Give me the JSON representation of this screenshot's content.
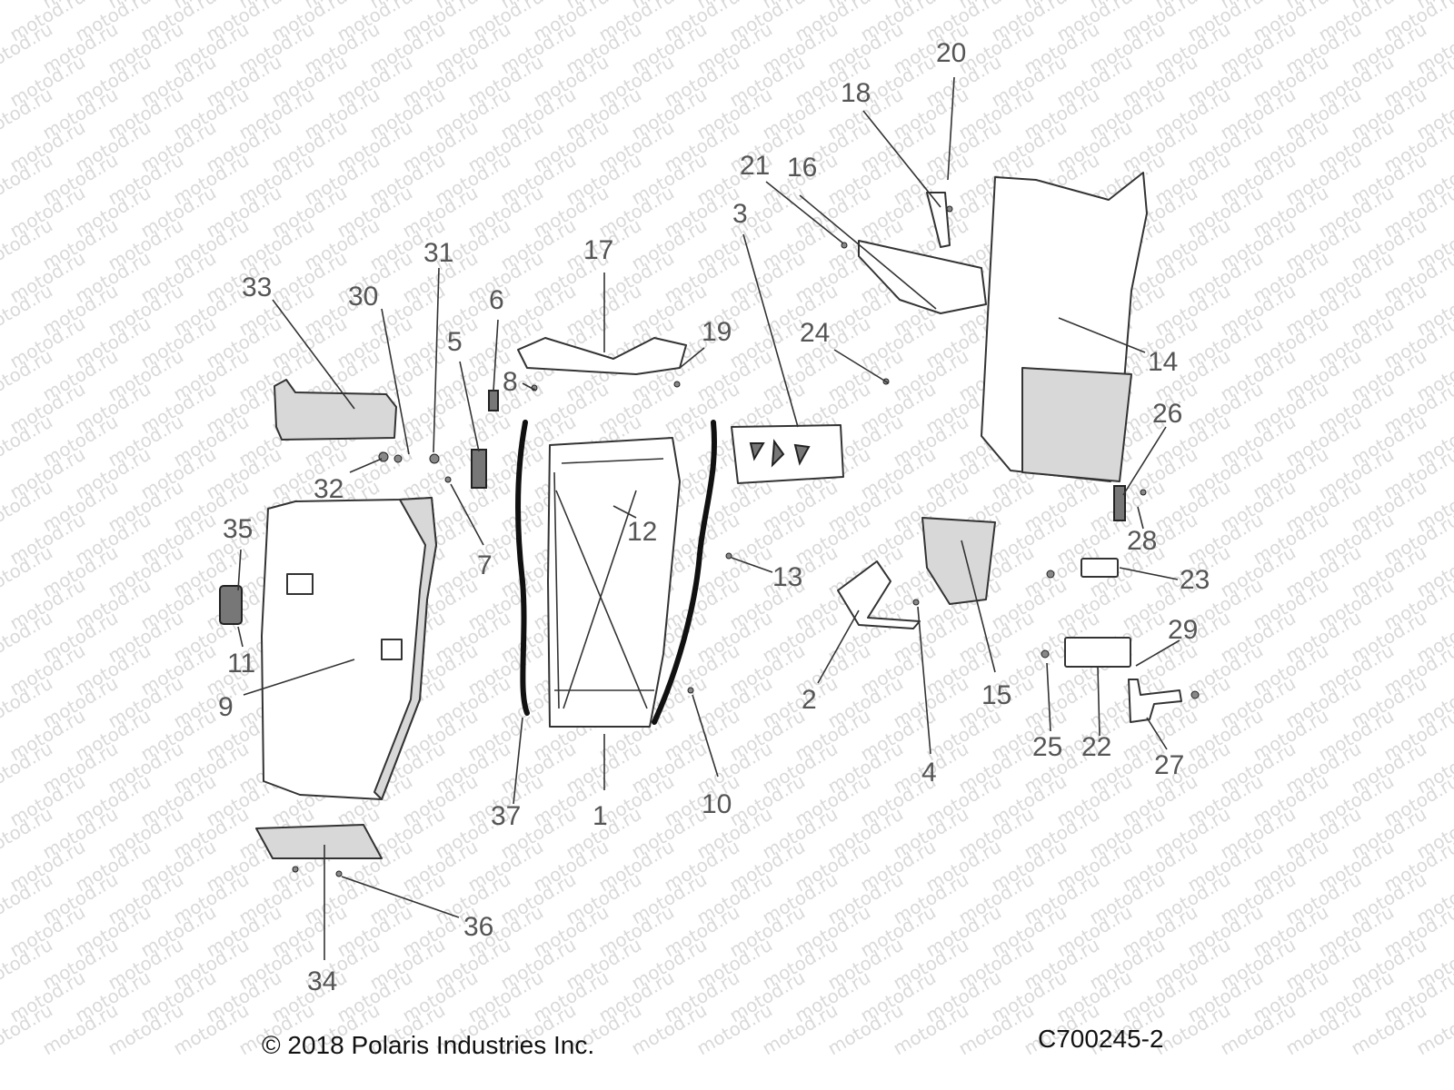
{
  "watermark": "motod.ru",
  "footer": {
    "copyright": "© 2018 Polaris Industries Inc.",
    "figure_code": "C700245-2"
  },
  "callouts": [
    "1",
    "2",
    "3",
    "4",
    "5",
    "6",
    "7",
    "8",
    "9",
    "10",
    "11",
    "12",
    "13",
    "14",
    "15",
    "16",
    "17",
    "18",
    "19",
    "20",
    "21",
    "22",
    "23",
    "24",
    "25",
    "26",
    "27",
    "28",
    "29",
    "30",
    "31",
    "32",
    "33",
    "34",
    "35",
    "36",
    "37"
  ]
}
